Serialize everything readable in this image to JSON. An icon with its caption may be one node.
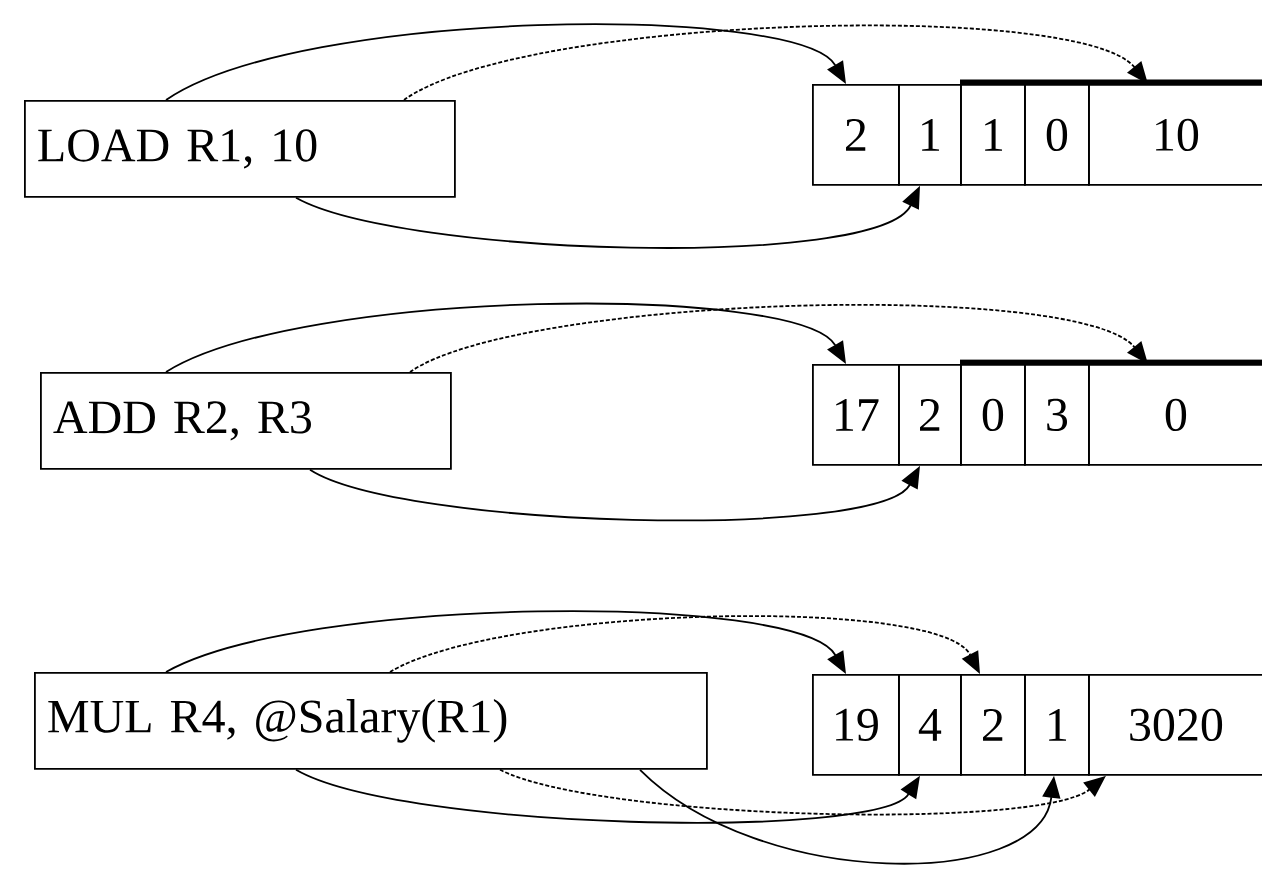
{
  "diagram": {
    "nodes": [
      {
        "text": [
          "LOAD R1, 10"
        ]
      },
      {
        "text": [
          "2"
        ]
      },
      {
        "text": [
          "1"
        ]
      },
      {
        "text": [
          "1"
        ]
      },
      {
        "text": [
          "0"
        ]
      },
      {
        "text": [
          "10"
        ]
      },
      {
        "text": [
          "ADD R2, R3"
        ]
      },
      {
        "text": [
          "17"
        ]
      },
      {
        "text": [
          "2"
        ]
      },
      {
        "text": [
          "0"
        ]
      },
      {
        "text": [
          "3"
        ]
      },
      {
        "text": [
          "0"
        ]
      },
      {
        "text": [
          "MUL R4, @Salary(R1)"
        ]
      },
      {
        "text": [
          "19"
        ]
      },
      {
        "text": [
          "4"
        ]
      },
      {
        "text": [
          "2"
        ]
      },
      {
        "text": [
          "1"
        ]
      },
      {
        "text": [
          "3020"
        ]
      }
    ],
    "edges": [
      {
        "from": 0,
        "to": 1,
        "arrow": "to"
      },
      {
        "from": 0,
        "to": 5,
        "arrow": "to",
        "style": "dashed"
      },
      {
        "from": 0,
        "to": 2,
        "arrow": "to"
      },
      {
        "from": 6,
        "to": 7,
        "arrow": "to"
      },
      {
        "from": 6,
        "to": 11,
        "arrow": "to",
        "style": "dashed"
      },
      {
        "from": 6,
        "to": 8,
        "arrow": "to"
      },
      {
        "from": 12,
        "to": 13,
        "arrow": "to"
      },
      {
        "from": 12,
        "to": 15,
        "arrow": "to",
        "style": "dashed"
      },
      {
        "from": 12,
        "to": 14,
        "arrow": "to"
      },
      {
        "from": 12,
        "to": 17,
        "arrow": "to",
        "style": "dashed"
      },
      {
        "from": 12,
        "to": 16,
        "arrow": "to"
      }
    ]
  }
}
